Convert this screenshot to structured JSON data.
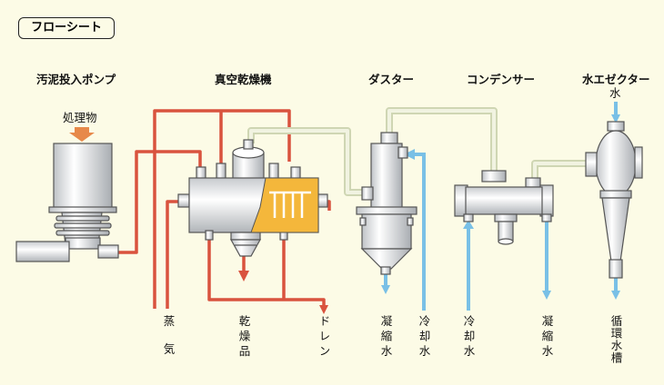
{
  "title": "フローシート",
  "equipment": {
    "pump": "汚泥投入ポンプ",
    "dryer": "真空乾燥機",
    "duster": "ダスター",
    "condenser": "コンデンサー",
    "ejector": "水エゼクター"
  },
  "inputs": {
    "feed": "処理物",
    "water": "水"
  },
  "outputs": {
    "steam": "蒸気",
    "dried_product": "乾燥品",
    "drain": "ドレン",
    "duster_condensate": "凝縮水",
    "duster_cooling": "冷却水",
    "condenser_cooling": "冷却水",
    "condenser_condensate": "凝縮水",
    "circulation_tank": "循環水槽"
  },
  "colors": {
    "background": "#fcfbe6",
    "steam_line": "#d9533e",
    "vapor_line": "#dfe5c8",
    "water_line": "#79c0e6",
    "product": "#f4b73b",
    "equipment": "#ffffff"
  }
}
